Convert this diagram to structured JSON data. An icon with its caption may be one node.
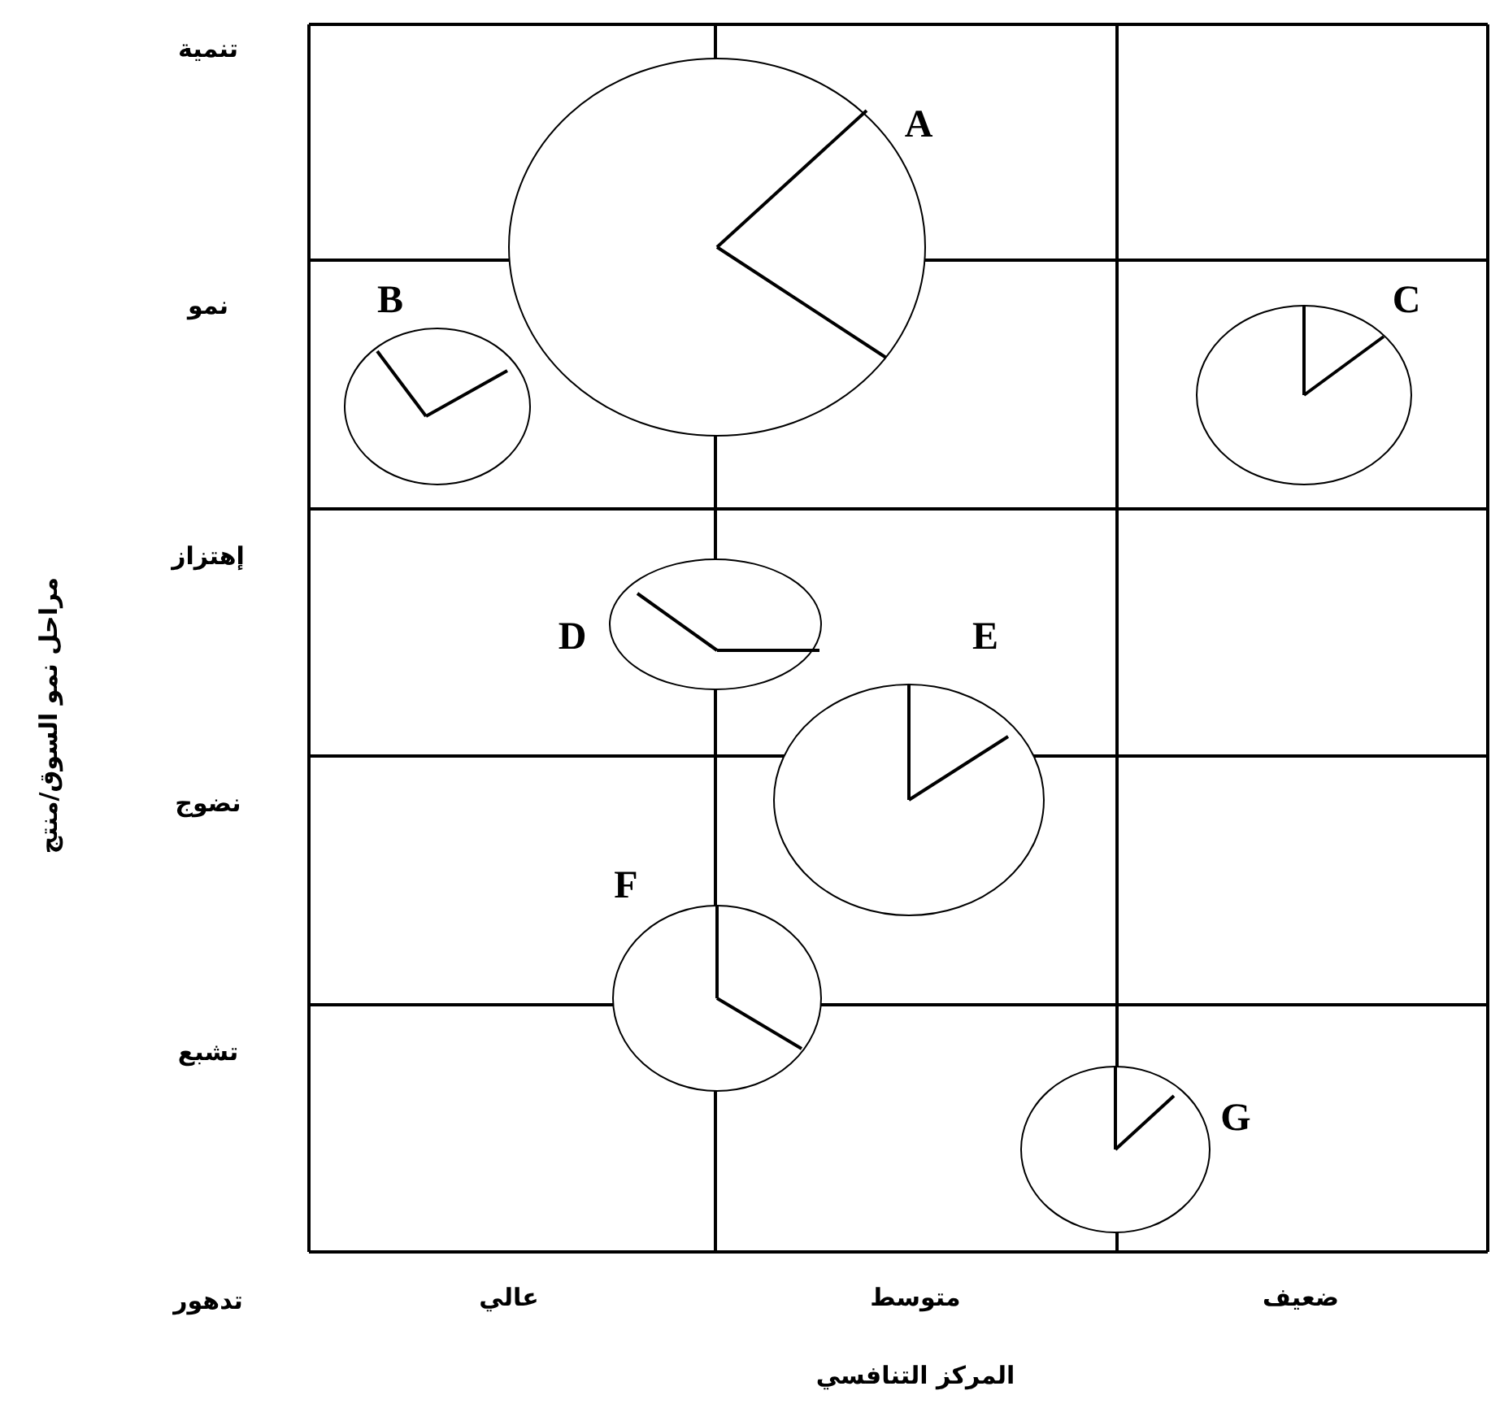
{
  "diagram": {
    "nodes": [
      {
        "text": [],
        "shape": "circle",
        "beside": [
          "A"
        ]
      },
      {
        "text": [],
        "shape": "circle",
        "beside": [
          "B"
        ]
      },
      {
        "text": [],
        "shape": "circle",
        "beside": [
          "C"
        ]
      },
      {
        "text": [],
        "shape": "circle",
        "beside": [
          "D"
        ]
      },
      {
        "text": [],
        "shape": "circle",
        "beside": [
          "E"
        ]
      },
      {
        "text": [],
        "shape": "circle",
        "beside": [
          "F"
        ]
      },
      {
        "text": [],
        "shape": "circle",
        "beside": [
          "G"
        ]
      }
    ],
    "labels": [
      "تنمية",
      "نمو",
      "إهتزاز",
      "نضوج",
      "تشبع",
      "تدهور",
      "مراحل نمو السوق/منتج",
      "عالي",
      "متوسط",
      "ضعيف",
      "المركز التنافسي"
    ]
  }
}
